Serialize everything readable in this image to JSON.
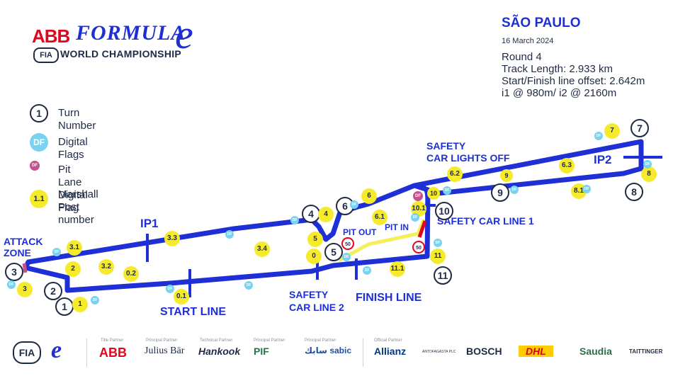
{
  "logo": {
    "abb": "ABB",
    "formula": "FORMULA",
    "e": "e",
    "fia": "FIA",
    "championship": "WORLD CHAMPIONSHIP"
  },
  "event": {
    "city": "SÃO PAULO",
    "date": "16 March 2024",
    "round": "Round 4",
    "track_length": "Track Length: 2.933 km",
    "offset": "Start/Finish line offset: 2.642m",
    "intermediates": "i1 @ 980m/ i2 @ 2160m"
  },
  "legend": {
    "turn_symbol": "1",
    "turn_label": "Turn Number",
    "df_symbol": "DF",
    "df_label": "Digital Flags",
    "pitdf_symbol": "DF",
    "pitdf_label": "Pit Lane Digital Flag",
    "marshal_symbol": "1.1",
    "marshal_label_1": "Marshall",
    "marshal_label_2": "Post number"
  },
  "map_labels": {
    "ip1": "IP1",
    "ip2": "IP2",
    "attack_1": "ATTACK",
    "attack_2": "ZONE",
    "start_line": "START LINE",
    "finish_line": "FINISH LINE",
    "sc2_1": "SAFETY",
    "sc2_2": "CAR LINE 2",
    "sc1": "SAFETY CAR LINE 1",
    "sclo_1": "SAFETY",
    "sclo_2": "CAR LIGHTS OFF",
    "pit_out": "PIT OUT",
    "pit_in": "PIT IN",
    "speed_out": "50",
    "speed_in": "50"
  },
  "turns": [
    "1",
    "2",
    "3",
    "4",
    "5",
    "6",
    "7",
    "8",
    "9",
    "10",
    "11"
  ],
  "marshal_posts": [
    "1",
    "2",
    "3",
    "3.1",
    "3.2",
    "0.2",
    "0.1",
    "3.3",
    "3.4",
    "4",
    "5",
    "0",
    "6",
    "6.1",
    "11.1",
    "10.1",
    "11",
    "6.2",
    "9",
    "10",
    "6.3",
    "7",
    "8",
    "8.1"
  ],
  "df_flag_text": "DF",
  "colors": {
    "track": "#1e2fd6",
    "pitlane": "#f4ef5a",
    "accent": "#e3051b",
    "df": "#78d2f0",
    "pitdf": "#c7508f",
    "marshal": "#f6ea2c"
  },
  "footer": {
    "roles": {
      "title": "Title Partner",
      "principal1": "Principal Partner",
      "technical": "Technical Partner",
      "principal2": "Principal Partner",
      "principal3": "Principal Partner",
      "official": "Official Partner"
    },
    "sponsors": {
      "fia": "FIA",
      "fe": "e",
      "abb": "ABB",
      "julius": "Julius Bär",
      "hankook": "Hankook",
      "pif": "PIF",
      "sabic": "سابك sabic",
      "allianz": "Allianz",
      "antofagasta": "ANTOFAGASTA PLC",
      "bosch": "BOSCH",
      "dhl": "DHL",
      "saudia": "Saudia",
      "taittinger": "TAITTINGER"
    }
  }
}
